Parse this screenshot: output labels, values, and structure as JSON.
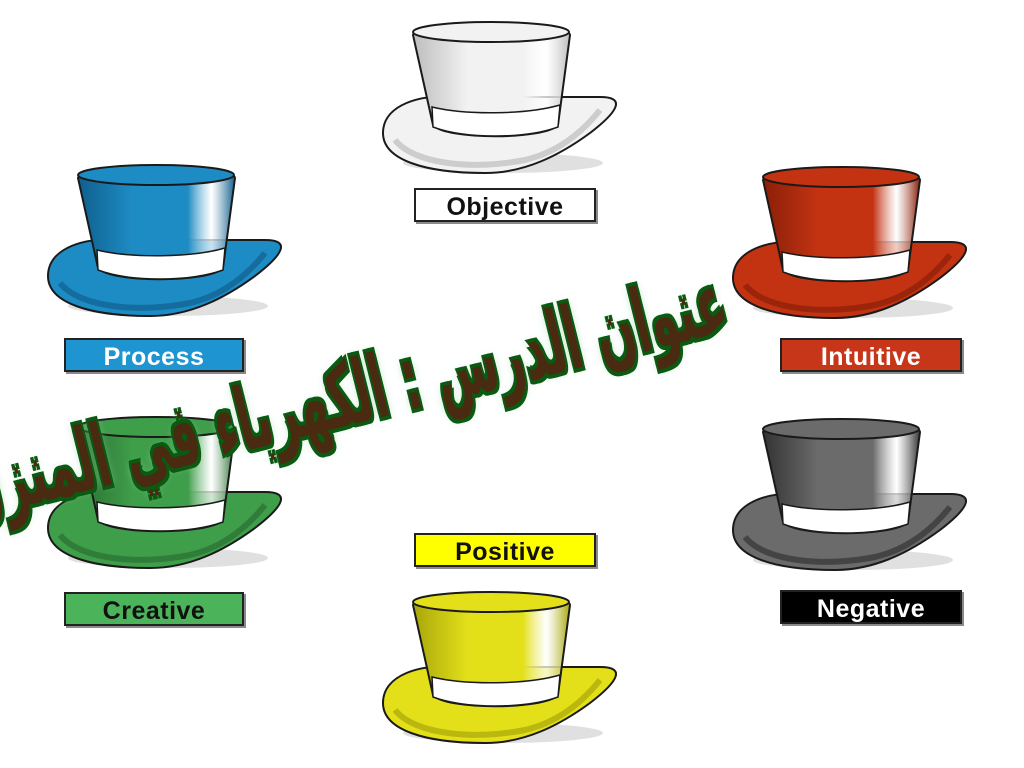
{
  "hats": [
    {
      "id": "objective",
      "label": "Objective",
      "hat_color": "#f2f2f2",
      "shade_color": "#bdbdbd",
      "label_bg": "#ffffff",
      "label_text_color": "#111111"
    },
    {
      "id": "process",
      "label": "Process",
      "hat_color": "#1e8cc4",
      "shade_color": "#0f5f8e",
      "label_bg": "#1e95d0",
      "label_text_color": "#ffffff"
    },
    {
      "id": "intuitive",
      "label": "Intuitive",
      "hat_color": "#c33312",
      "shade_color": "#8a1f08",
      "label_bg": "#c8361a",
      "label_text_color": "#ffffff"
    },
    {
      "id": "creative",
      "label": "Creative",
      "hat_color": "#3f9e4a",
      "shade_color": "#2a6f32",
      "label_bg": "#4bb35a",
      "label_text_color": "#111111"
    },
    {
      "id": "negative",
      "label": "Negative",
      "hat_color": "#6b6b6b",
      "shade_color": "#333333",
      "label_bg": "#000000",
      "label_text_color": "#ffffff"
    },
    {
      "id": "positive",
      "label": "Positive",
      "hat_color": "#e3e01a",
      "shade_color": "#a8a60a",
      "label_bg": "#ffff00",
      "label_text_color": "#111111"
    }
  ],
  "overlay_title": "عنوان الدرس : الكهرباء في المنزل"
}
